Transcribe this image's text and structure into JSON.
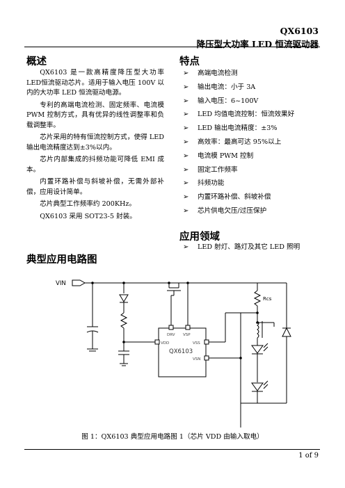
{
  "header": {
    "model": "QX6103",
    "title": "降压型大功率 LED 恒流驱动器"
  },
  "overview": {
    "heading": "概述",
    "paragraphs": [
      "QX6103 是一款高精度降压型大功率 LED恒流驱动芯片。适用于输入电压 100V 以内的大功率 LED 恒流驱动电源。",
      "专利的高端电流检测、固定频率、电流模 PWM 控制方式，具有优异的线性调整率和负载调整率。",
      "芯片采用的特有恒流控制方式，使得 LED 输出电流精度达到±3%以内。",
      "芯片内部集成的抖频功能可降低 EMI 成本。",
      "内置环路补偿与斜坡补偿，无需外部补偿，应用设计简单。",
      "芯片典型工作频率约 200KHz。",
      "QX6103 采用 SOT23-5 封装。"
    ]
  },
  "features": {
    "heading": "特点",
    "items": [
      "高端电流检测",
      "输出电流：小于 3A",
      "输入电压：6~100V",
      "LED 均值电流控制：恒流效果好",
      "LED 输出电流精度：±3%",
      "高效率：最高可达 95%以上",
      "电流模 PWM 控制",
      "固定工作频率",
      "抖频功能",
      "内置环路补偿、斜坡补偿",
      "芯片供电欠压/过压保护"
    ]
  },
  "applications": {
    "heading": "应用领域",
    "items": [
      "LED 射灯、路灯及其它 LED 照明"
    ]
  },
  "circuit": {
    "heading": "典型应用电路图",
    "vin_label": "VIN",
    "rcs_label": "Rcs",
    "chip_name": "QX6103",
    "pins": {
      "drv": "DRV",
      "vsp": "VSP",
      "vdd": "VDD",
      "vss": "VSS",
      "vsn": "VSN"
    },
    "caption": "图 1：QX6103 典型应用电路图 1（芯片 VDD 由输入取电）"
  },
  "footer": {
    "page": "1  of  9"
  }
}
